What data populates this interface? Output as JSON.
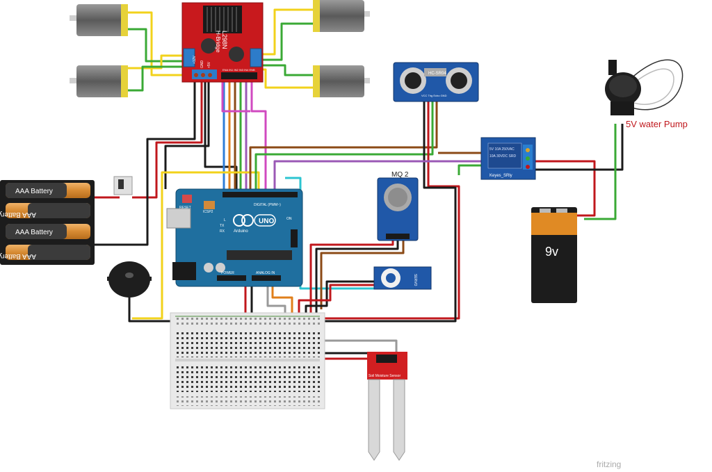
{
  "l298n": {
    "line1": "L298N",
    "line2": "H-Bridge",
    "pin_12v": "+12V",
    "pin_gnd": "GND",
    "pin_5v": "+5V",
    "pins_in": "ENA IN1 IN2 IN3 IN4 ENB"
  },
  "batteries": {
    "label": "AAA Battery",
    "count": 4
  },
  "arduino": {
    "logo": "UNO",
    "brand": "Arduino",
    "digital_label": "DIGITAL (PWM~)",
    "analog_label": "ANALOG IN",
    "power_label": "POWER",
    "icsp": "ICSP2",
    "reset": "RESET",
    "tx": "TX",
    "rx": "RX",
    "l": "L",
    "on": "ON"
  },
  "ultrasonic": {
    "label": "HC-SR04",
    "pins": "VCC Trig Echo GND"
  },
  "relay": {
    "top_text": "5V  10A 250VAC",
    "mid_text": "10A 30VDC  SRD",
    "bottom_text": "Keyes_SRly"
  },
  "pump": {
    "label": "5V water Pump"
  },
  "battery9v": {
    "label": "9v"
  },
  "mq2": {
    "label": "MQ 2"
  },
  "servo": {
    "label": "SERVO"
  },
  "soil": {
    "label": "Soil Moisture Sensor"
  },
  "footer": {
    "watermark": "fritzing"
  },
  "colors": {
    "wire_red": "#c0171c",
    "wire_black": "#1a1a1a",
    "wire_yellow": "#f2d21b",
    "wire_green": "#3aa935",
    "wire_blue": "#2e7dd7",
    "wire_brown": "#8b4a16",
    "wire_orange": "#e07f1b",
    "wire_purple": "#9b59b6",
    "wire_pink": "#d04ac0",
    "wire_cyan": "#2cc4d1",
    "wire_gray": "#999999",
    "arduino_blue": "#1f6f9f",
    "l298n_red": "#c8191d"
  }
}
